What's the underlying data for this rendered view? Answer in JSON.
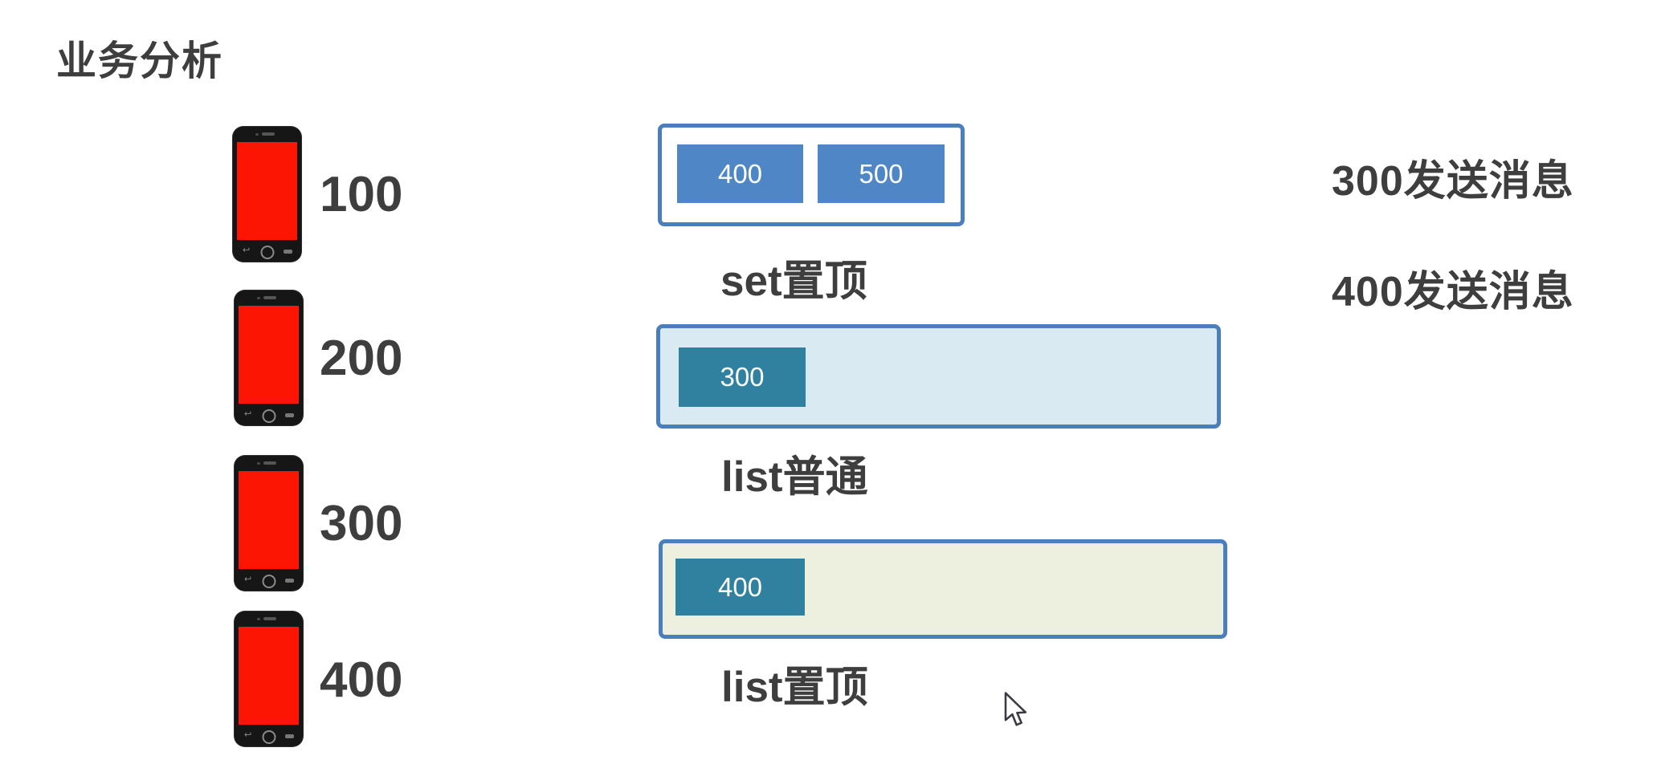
{
  "title": "业务分析",
  "phones": [
    {
      "label": "100"
    },
    {
      "label": "200"
    },
    {
      "label": "300"
    },
    {
      "label": "400"
    }
  ],
  "groups": [
    {
      "label": "set置顶",
      "items": [
        "400",
        "500"
      ]
    },
    {
      "label": "list普通",
      "items": [
        "300"
      ]
    },
    {
      "label": "list置顶",
      "items": [
        "400"
      ]
    }
  ],
  "notes": [
    "300发送消息",
    "400发送消息"
  ],
  "colors": {
    "accent_border": "#4a7ebd",
    "blue_item_fill": "#4e86c6",
    "teal_item_fill": "#2f819f",
    "light_blue_box_fill": "#daeaf2",
    "cream_box_fill": "#edefdf",
    "phone_screen_red": "#fb1502",
    "text_dark": "#3e3e3e"
  },
  "icons": {
    "phone": "smartphone-icon",
    "cursor": "arrow-cursor-icon"
  }
}
